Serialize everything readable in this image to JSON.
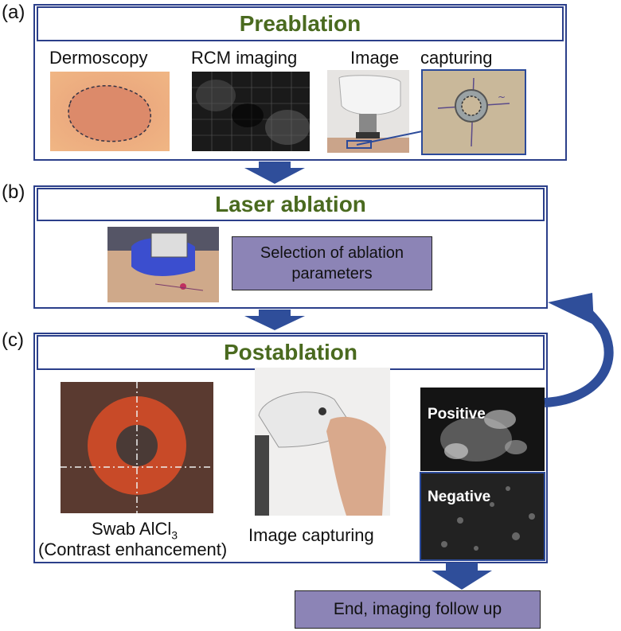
{
  "panels": {
    "a": {
      "label": "(a)",
      "title": "Preablation",
      "captions": [
        "Dermoscopy",
        "RCM imaging",
        "Image",
        "capturing"
      ]
    },
    "b": {
      "label": "(b)",
      "title": "Laser ablation",
      "box_lines": [
        "Selection of ablation",
        "parameters"
      ]
    },
    "c": {
      "label": "(c)",
      "title": "Postablation",
      "swab_main": "Swab AlCl",
      "swab_sub": "3",
      "swab_line2": "(Contrast enhancement)",
      "image_capturing": "Image capturing",
      "positive": "Positive",
      "negative": "Negative"
    }
  },
  "end_box": "End, imaging follow up",
  "colors": {
    "frame": "#2b3f8a",
    "title_text": "#4a6a1f",
    "box_fill": "#8c84b6",
    "arrow": "#2f4e9a"
  }
}
